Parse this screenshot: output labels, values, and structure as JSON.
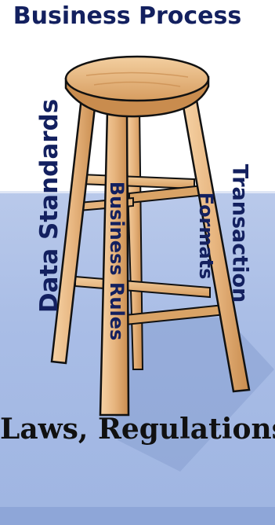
{
  "diagram": {
    "top_label": "Business Process",
    "left_leg_label": "Data Standards",
    "center_leg_label": "Business Rules",
    "inner_right_leg_label": "Formats",
    "outer_right_leg_label": "Transaction",
    "foundation_label": "Laws, Regulations & Policies"
  },
  "colors": {
    "label_text": "#13205f",
    "foundation_text": "#111111",
    "background_blue": "#a9bde6",
    "wood_light": "#eec28f",
    "wood_dark": "#c98c4e",
    "outline": "#111111"
  }
}
